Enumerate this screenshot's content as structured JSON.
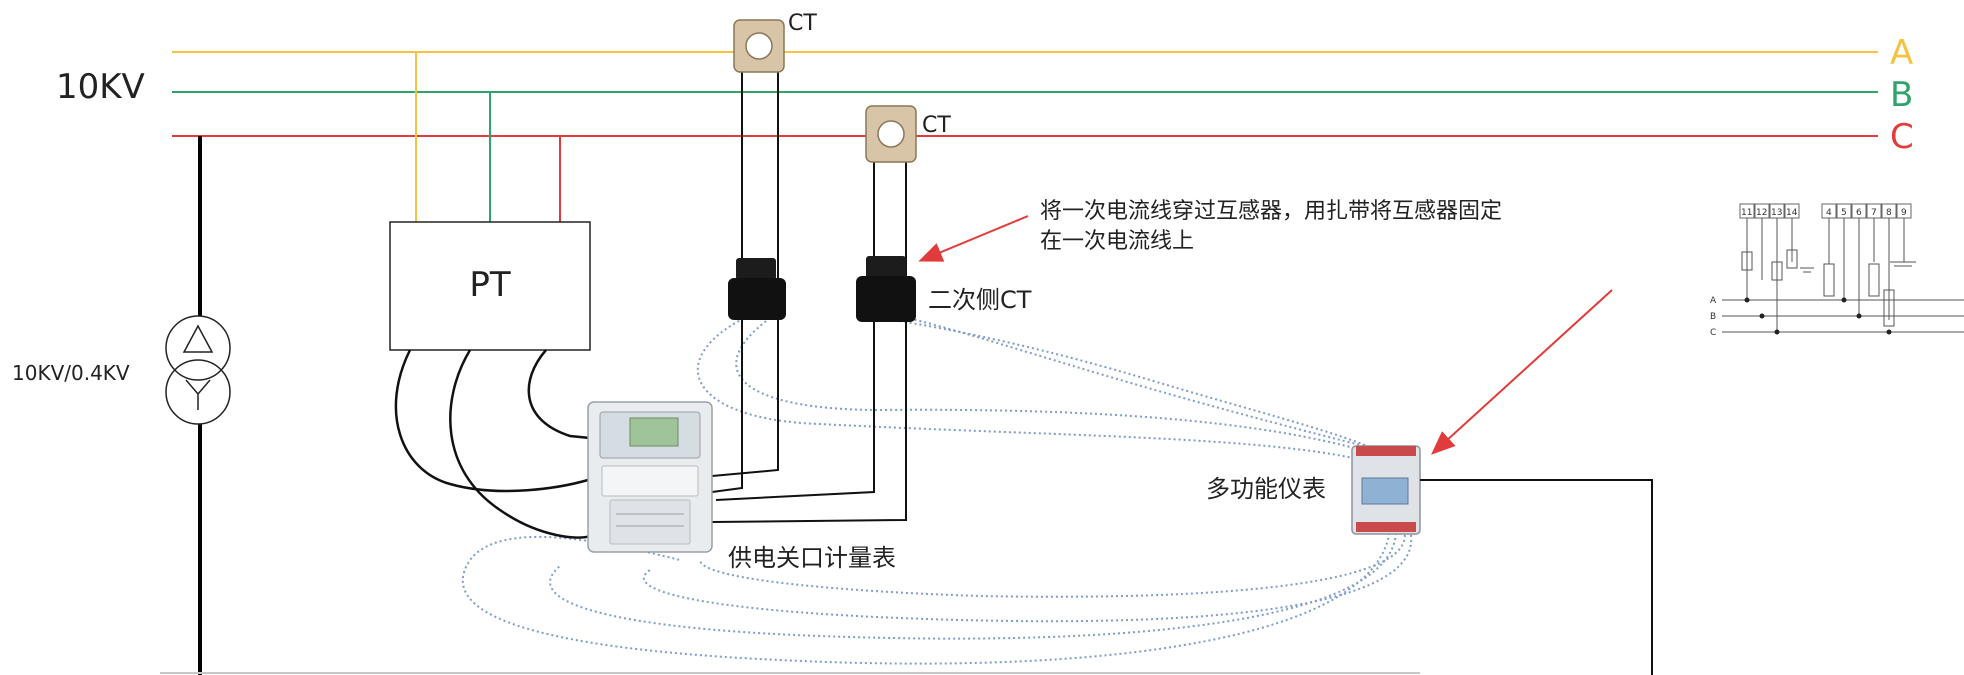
{
  "bus": {
    "voltage_label": "10KV",
    "phases": [
      {
        "name": "A",
        "color": "#f5c242"
      },
      {
        "name": "B",
        "color": "#2fa36b"
      },
      {
        "name": "C",
        "color": "#e23b3b"
      }
    ]
  },
  "transformer": {
    "label": "10KV/0.4KV"
  },
  "pt": {
    "label": "PT"
  },
  "ct_top_1": {
    "label": "CT"
  },
  "ct_top_2": {
    "label": "CT"
  },
  "secondary_ct": {
    "label": "二次侧CT"
  },
  "annotation": {
    "line1": "将一次电流线穿过互感器，用扎带将互感器固定",
    "line2": "在一次电流线上"
  },
  "gateway_meter": {
    "label": "供电关口计量表"
  },
  "multifunction_meter": {
    "label": "多功能仪表"
  },
  "wiring_schematic": {
    "current_terminals": [
      "11",
      "12",
      "13",
      "14"
    ],
    "voltage_terminals": [
      "4",
      "5",
      "6",
      "7",
      "8",
      "9"
    ],
    "phase_labels": [
      "A",
      "B",
      "C"
    ]
  },
  "colors": {
    "arrow": "#e23b3b",
    "dotted_wire": "#7e9ccc",
    "wire": "#111111"
  }
}
